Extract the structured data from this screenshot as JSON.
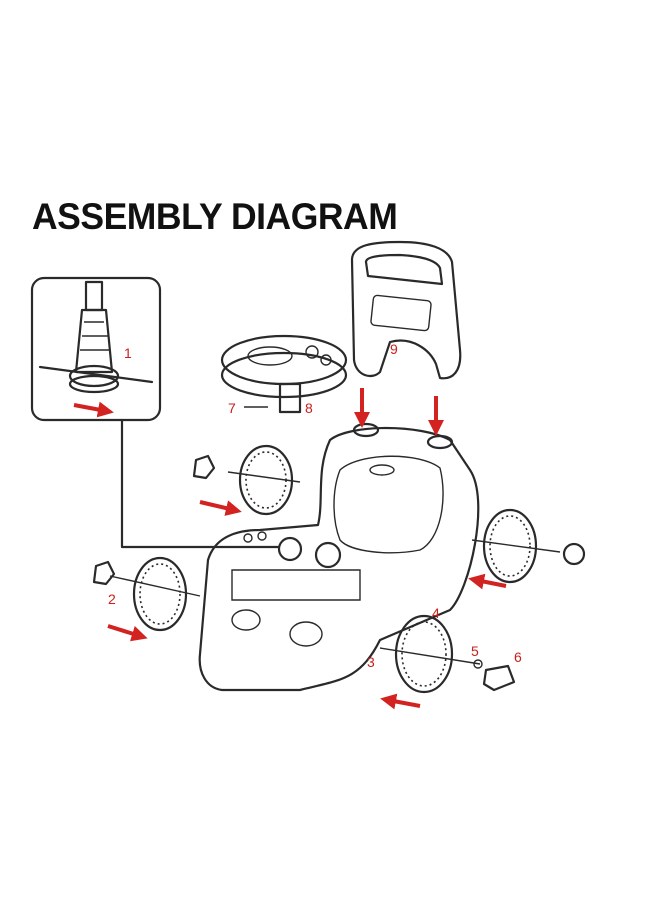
{
  "title": "ASSEMBLY DIAGRAM",
  "part_labels": [
    "1",
    "2",
    "3",
    "4",
    "5",
    "6",
    "7",
    "8",
    "9"
  ],
  "colors": {
    "arrow": "#d32320",
    "label": "#c8201c",
    "line": "#2a2a2a"
  }
}
